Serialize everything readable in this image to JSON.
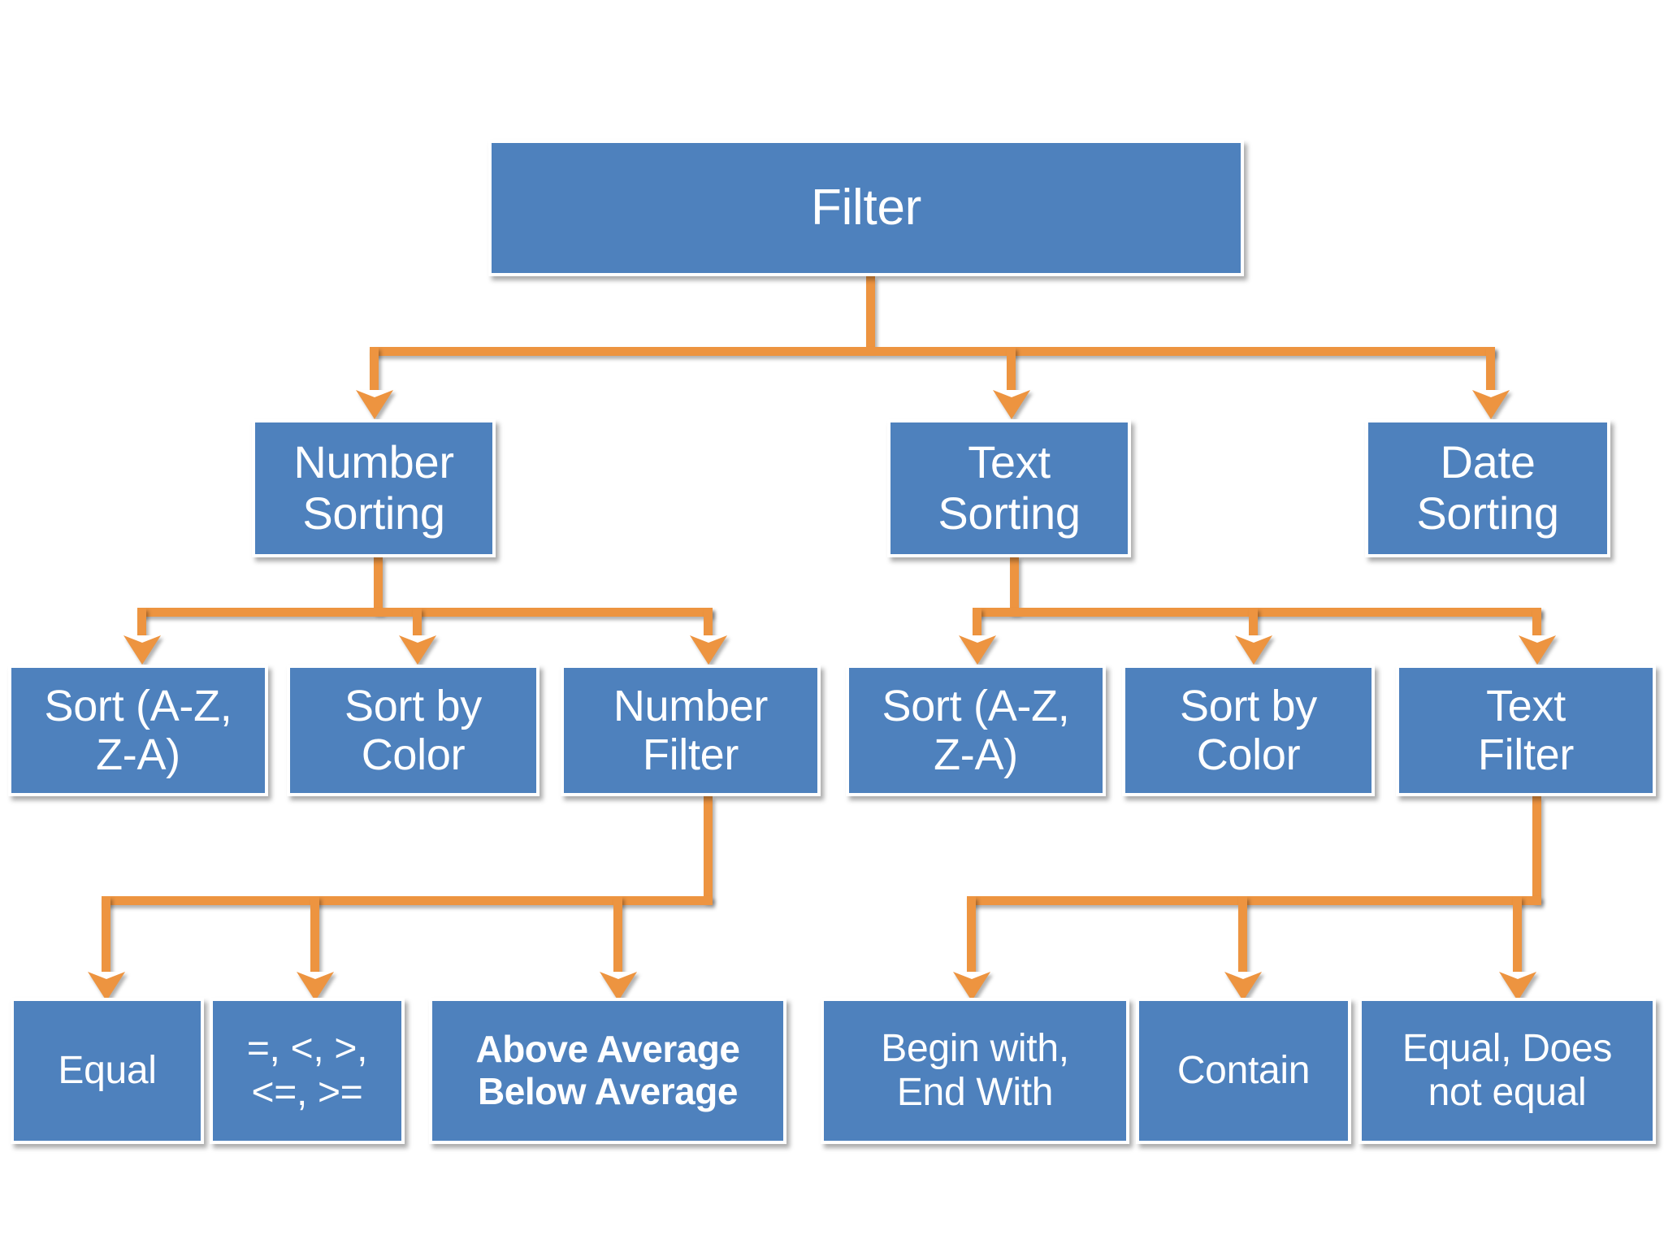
{
  "diagram": {
    "title": "Filter",
    "type": "hierarchy-flowchart",
    "colors": {
      "node_fill": "#4E81BD",
      "node_border": "#FFFFFF",
      "node_text": "#FFFFFF",
      "connector": "#ED9440",
      "background": "#FFFFFF"
    },
    "root": {
      "label": "Filter"
    },
    "level2": [
      {
        "id": "number-sorting",
        "label": "Number\nSorting"
      },
      {
        "id": "text-sorting",
        "label": "Text\nSorting"
      },
      {
        "id": "date-sorting",
        "label": "Date\nSorting"
      }
    ],
    "level3": [
      {
        "id": "number-sort-az",
        "label": "Sort (A-Z,\nZ-A)"
      },
      {
        "id": "number-sort-color",
        "label": "Sort by\nColor"
      },
      {
        "id": "number-filter",
        "label": "Number\nFilter"
      },
      {
        "id": "text-sort-az",
        "label": "Sort (A-Z,\nZ-A)"
      },
      {
        "id": "text-sort-color",
        "label": "Sort by\nColor"
      },
      {
        "id": "text-filter",
        "label": "Text\nFilter"
      }
    ],
    "level4": [
      {
        "id": "equal",
        "label": "Equal",
        "bold": false
      },
      {
        "id": "operators",
        "label": "=, <, >,\n<=, >=",
        "bold": false
      },
      {
        "id": "above-below-avg",
        "label": "Above Average\nBelow Average",
        "bold": true
      },
      {
        "id": "begin-end-with",
        "label": "Begin with,\nEnd With",
        "bold": false
      },
      {
        "id": "contain",
        "label": "Contain",
        "bold": false
      },
      {
        "id": "equal-not-equal",
        "label": "Equal, Does\nnot equal",
        "bold": false
      }
    ]
  }
}
